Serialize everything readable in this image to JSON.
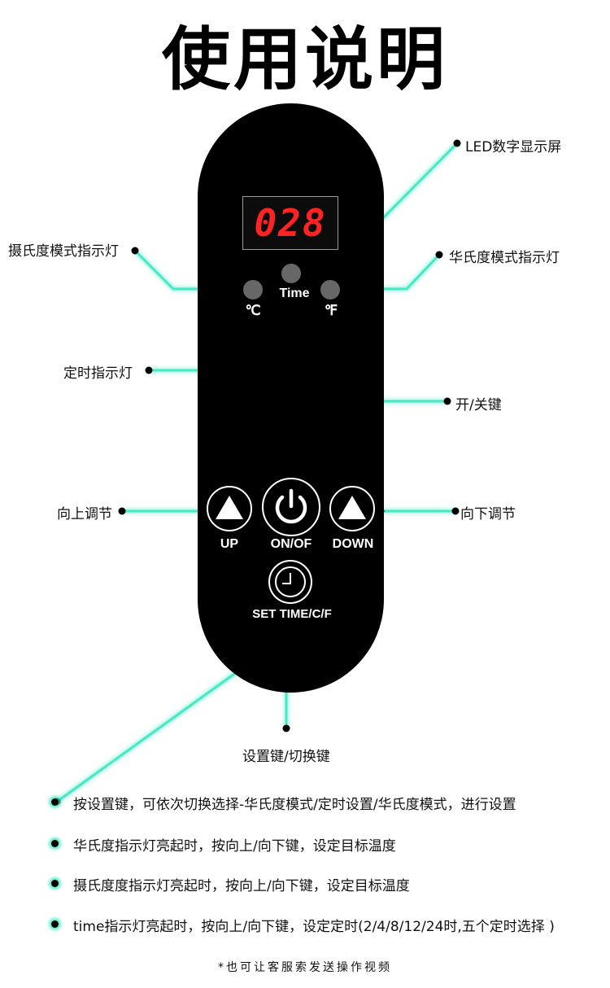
{
  "title": "使用说明",
  "display": {
    "value": "028"
  },
  "panel": {
    "time_label": "Time",
    "celsius_label": "℃",
    "fahrenheit_label": "℉",
    "up_label": "UP",
    "power_label": "ON/OF",
    "down_label": "DOWN",
    "set_label": "SET TIME/C/F"
  },
  "callouts": {
    "led_screen": "LED数字显示屏",
    "celsius_indicator": "摄氏度模式指示灯",
    "fahrenheit_indicator": "华氏度模式指示灯",
    "timer_indicator": "定时指示灯",
    "power_key": "开/关键",
    "up_adjust": "向上调节",
    "down_adjust": "向下调节",
    "set_switch_key": "设置键/切换键"
  },
  "notes": [
    "按设置键，可依次切换选择-华氏度模式/定时设置/华氏度模式，进行设置",
    "华氏度指示灯亮起时，按向上/向下键，设定目标温度",
    "摄氏度度指示灯亮起时，按向上/向下键，设定目标温度",
    "time指示灯亮起时，按向上/向下键，设定定时(2/4/8/12/24时,五个定时选择 )"
  ],
  "footer": "*也可让客服索发送操作视频",
  "colors": {
    "glow": "#3ee8c0",
    "led_digit": "#ff2323",
    "panel": "#000000",
    "indicator": "#676767"
  }
}
